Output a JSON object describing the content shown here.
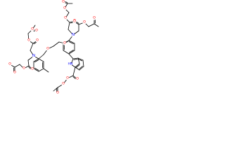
{
  "molecule": {
    "atom_labels": {
      "oxygen": "O",
      "nitrogen": "N",
      "indole_nh": "HN"
    },
    "colors": {
      "bond": "#000000",
      "oxygen": "#ff0000",
      "nitrogen": "#0000ff"
    }
  }
}
